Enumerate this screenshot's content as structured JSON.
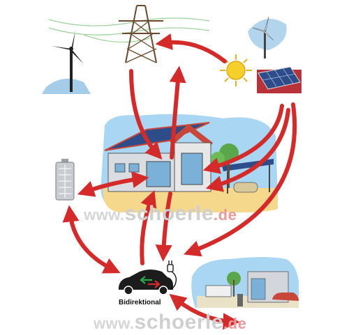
{
  "labels": {
    "car": "Bidirektional"
  },
  "watermark": {
    "prefix": "www.",
    "brand": "schoerle",
    "suffix": ".de"
  },
  "colors": {
    "arrow": "#d42a2a",
    "sky": "#8fc7ec",
    "roof": "#c9473a",
    "solar": "#2e4b8a",
    "battery": "#c9ccd1",
    "car": "#1c1c1c"
  },
  "icons": [
    "wind-turbine-icon",
    "power-pylon-icon",
    "sun-icon",
    "wind-turbine-small-icon",
    "rooftop-solar-icon",
    "battery-icon",
    "electric-car-icon",
    "plug-icon",
    "charging-station-icon"
  ]
}
